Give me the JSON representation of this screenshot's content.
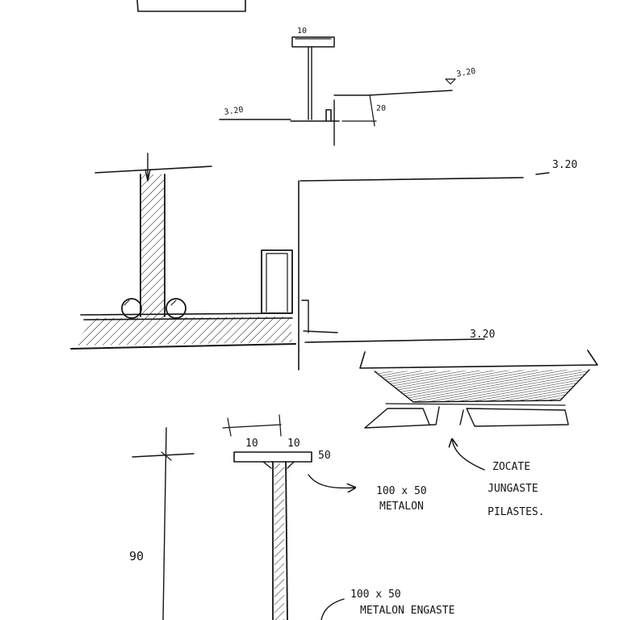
{
  "detail_1": {
    "top_width": "10",
    "left_level": "3.20",
    "right_level": "3.20",
    "step_height": "20"
  },
  "section": {
    "top_level": "3.20",
    "floor_level": "3.20"
  },
  "furniture": {
    "note_line_1": "ZOCATE",
    "note_line_2": "JUNGASTE",
    "note_line_3": "PILASTES."
  },
  "detail_2": {
    "dim_a": "10",
    "dim_b": "10",
    "dim_c": "50",
    "height": "90",
    "profile_1_line_1": "100 x 50",
    "profile_1_line_2": "METALON",
    "profile_2_line_1": "100 x 50",
    "profile_2_line_2": "METALON ENGASTE"
  }
}
